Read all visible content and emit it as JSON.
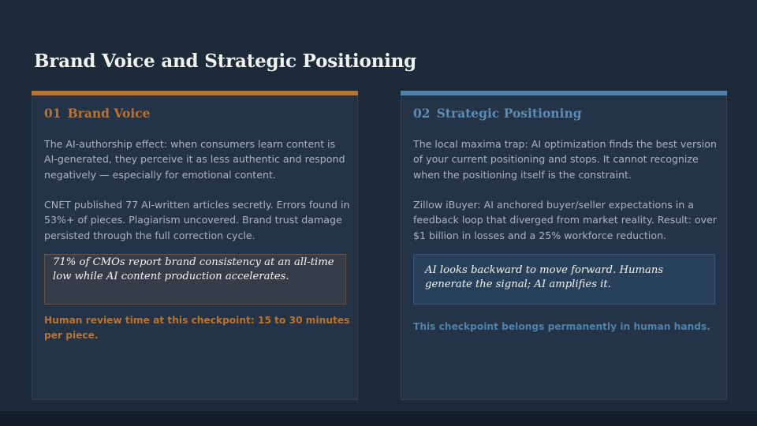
{
  "slide": {
    "title": "Brand Voice and Strategic Positioning",
    "accent_colors": {
      "brand_voice": "#b87332",
      "strategic_positioning": "#4f82ad"
    }
  },
  "cards": [
    {
      "number": "01",
      "heading": "Brand Voice",
      "paragraphs": [
        "The AI-authorship effect: when consumers learn content is AI-generated, they perceive it as less authentic and respond negatively — especially for emotional content.",
        "CNET published 77 AI-written articles secretly. Errors found in 53%+ of pieces. Plagiarism uncovered. Brand trust damage persisted through the full correction cycle."
      ],
      "quote": "71% of CMOs report brand consistency at an all-time low while AI content production accelerates.",
      "note": "Human review time at this checkpoint: 15 to 30 minutes per piece."
    },
    {
      "number": "02",
      "heading": "Strategic Positioning",
      "paragraphs": [
        "The local maxima trap: AI optimization finds the best version of your current positioning and stops. It cannot recognize when the positioning itself is the constraint.",
        "Zillow iBuyer: AI anchored buyer/seller expectations in a feedback loop that diverged from market reality. Result: over $1 billion in losses and a 25% workforce reduction."
      ],
      "quote": "AI looks backward to move forward. Humans generate the signal; AI amplifies it.",
      "note": "This checkpoint belongs permanently in human hands."
    }
  ]
}
